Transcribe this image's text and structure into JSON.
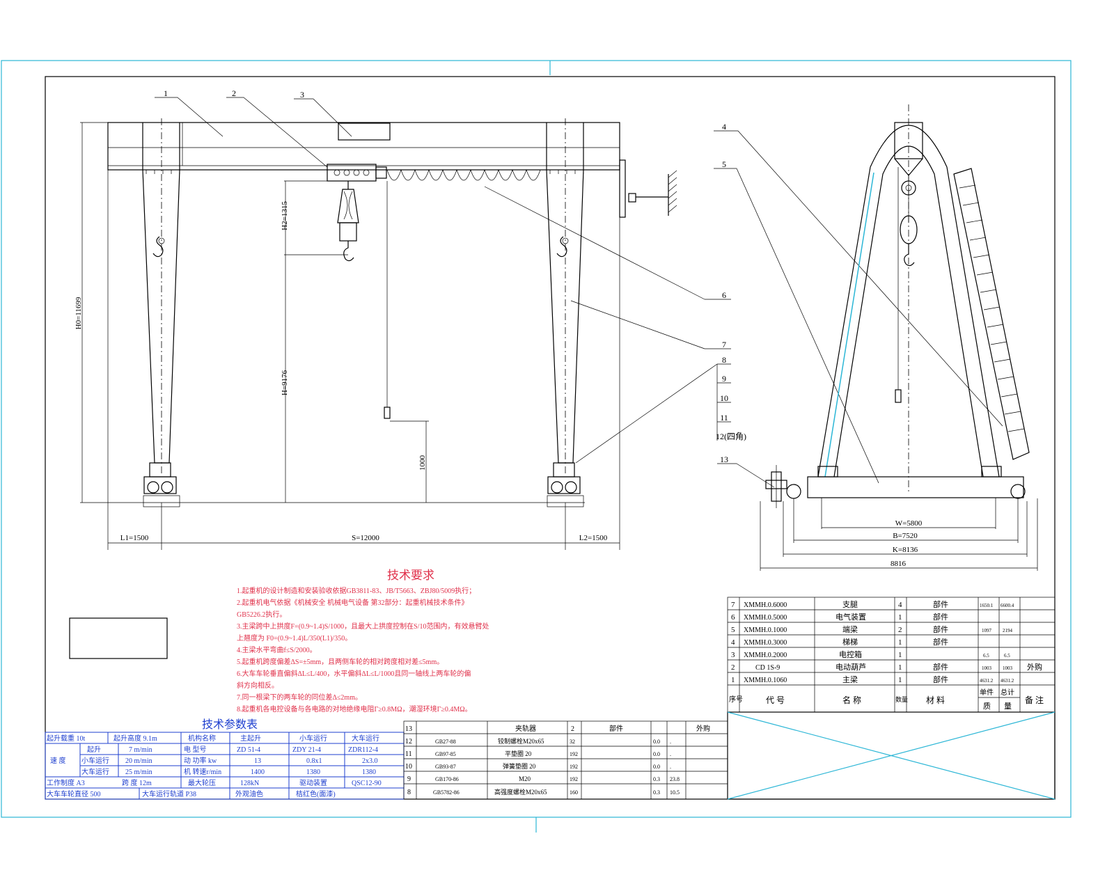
{
  "colors": {
    "frame_outer": "#2bb6d6",
    "line": "#000000",
    "red_text": "#e0304a",
    "blue_table": "#1e3fcf"
  },
  "callouts": [
    "1",
    "2",
    "3",
    "4",
    "5",
    "6",
    "7",
    "8",
    "9",
    "10",
    "11",
    "12(四角)",
    "13"
  ],
  "dimensions": {
    "h2": "H2=1315",
    "h0": "H0=11699",
    "h": "H=9176",
    "h1000": "1000",
    "l1": "L1=1500",
    "s": "S=12000",
    "l2": "L2=1500",
    "w": "W=5800",
    "b": "B=7520",
    "k": "K=8136",
    "total": "8816"
  },
  "tech_req": {
    "title": "技术要求",
    "lines": [
      "1.起重机的设计制造和安装验收依据GB3811-83、JB/T5663、ZBJ80/5009执行；",
      "2.起重机电气依据《机械安全 机械电气设备 第32部分：起重机械技术条件》",
      "GB5226.2执行。",
      "3.主梁跨中上拱度F=(0.9~1.4)S/1000，且最大上拱度控制在S/10范围内，有效悬臂处",
      "上翘度为 F0=(0.9~1.4)L/350(L1)/350。",
      "4.主梁水平弯曲f≤S/2000。",
      "5.起重机跨度偏差ΔS=±5mm，且两侧车轮的相对跨度相对差≤5mm。",
      "6.大车车轮垂直偏斜ΔL≤L/400，水平偏斜ΔL≤L/1000且同一轴线上两车轮的偏",
      "斜方向相反。",
      "7.同一根梁下的两车轮的同位差Δ≤2mm。",
      "8.起重机各电控设备与各电路的对地绝缘电阻Γ≥0.8MΩ，潮湿环境Γ≥0.4MΩ。"
    ]
  },
  "param_table": {
    "title": "技术参数表",
    "rows": [
      [
        "起升载重 10t",
        "起升高度 9.1m",
        "机构名称",
        "主起升",
        "小车运行",
        "大车运行"
      ],
      [
        "",
        "起升",
        "7 m/min",
        "电 型号",
        "ZD 51-4",
        "ZDY 21-4",
        "ZDR112-4"
      ],
      [
        "速 度",
        "小车运行",
        "20 m/min",
        "动 功率 kw",
        "13",
        "0.8x1",
        "2x3.0"
      ],
      [
        "",
        "大车运行",
        "25 m/min",
        "机 转速r/min",
        "1400",
        "1380",
        "1380"
      ],
      [
        "工作制度 A3",
        "跨 度 12m",
        "最大轮压",
        "128kN",
        "驱动装置",
        "QSC12-90"
      ],
      [
        "大车车轮直径 500",
        "大车运行轨道 P38",
        "外观油色",
        "桔红色(面漆)",
        "",
        ""
      ]
    ]
  },
  "bom_right": {
    "rows": [
      [
        "7",
        "XMMH.0.6000",
        "支腿",
        "4",
        "",
        "部件",
        "1650.1",
        "6600.4",
        ""
      ],
      [
        "6",
        "XMMH.0.5000",
        "电气装置",
        "1",
        "",
        "部件",
        "",
        "",
        ""
      ],
      [
        "5",
        "XMMH.0.1000",
        "端梁",
        "2",
        "",
        "部件",
        "1097",
        "2194",
        ""
      ],
      [
        "4",
        "XMMH.0.3000",
        "梯梯",
        "1",
        "",
        "部件",
        "",
        "",
        ""
      ],
      [
        "3",
        "XMMH.0.2000",
        "电控箱",
        "1",
        "",
        "",
        "6.5",
        "6.5",
        ""
      ],
      [
        "2",
        "CD 1S-9",
        "电动葫芦",
        "1",
        "",
        "部件",
        "1003",
        "1003",
        "外购"
      ],
      [
        "1",
        "XMMH.0.1060",
        "主梁",
        "1",
        "",
        "部件",
        "4631.2",
        "4631.2",
        ""
      ]
    ],
    "header": [
      "序号",
      "代 号",
      "名 称",
      "数量",
      "材 料",
      "单件",
      "总计",
      "备 注"
    ],
    "header2": [
      "质",
      "量"
    ]
  },
  "bom_mid": {
    "rows": [
      [
        "13",
        "",
        "夹轨器",
        "2",
        "部件",
        "",
        "",
        "外购"
      ],
      [
        "12",
        "GB27-88",
        "铰制螺栓M20x65",
        "32",
        "",
        "0.0",
        ".",
        ""
      ],
      [
        "11",
        "GB97-85",
        "平垫圈 20",
        "192",
        "",
        "0.0",
        ".",
        ""
      ],
      [
        "10",
        "GB93-87",
        "弹簧垫圈 20",
        "192",
        "",
        "0.0",
        ".",
        ""
      ],
      [
        "9",
        "GB170-86",
        "M20",
        "192",
        "",
        "0.3",
        "23.8",
        ""
      ],
      [
        "8",
        "GB5782-86",
        "高强度螺栓M20x65",
        "160",
        "",
        "0.3",
        "10.5",
        ""
      ]
    ]
  }
}
